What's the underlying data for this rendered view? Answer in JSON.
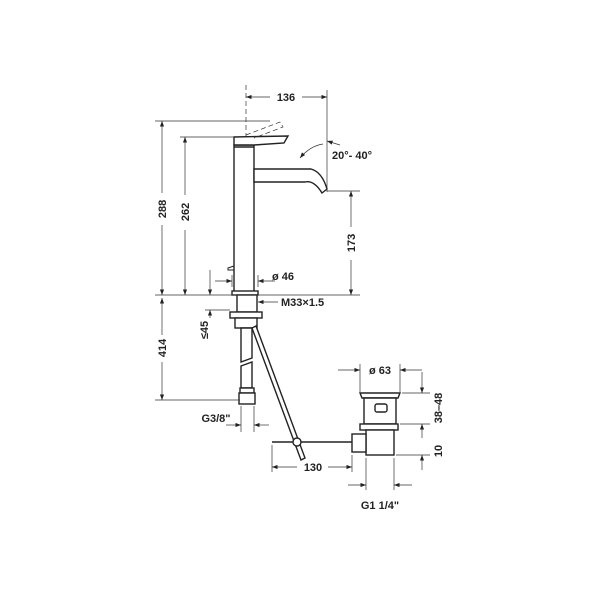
{
  "drawing": {
    "dimensions": {
      "spout_reach": "136",
      "spout_angle": "20°- 40°",
      "total_height": "288",
      "lever_height": "262",
      "spout_height": "173",
      "body_diameter": "ø 46",
      "thread": "M33×1.5",
      "max_deck_thickness": "≤45",
      "hose_length": "414",
      "hose_connection": "G3/8\"",
      "waste_diameter": "ø 63",
      "waste_range": "38–48",
      "waste_offset": "10",
      "rod_length": "130",
      "waste_thread": "G1 1/4\""
    },
    "line_color": "#222222"
  }
}
